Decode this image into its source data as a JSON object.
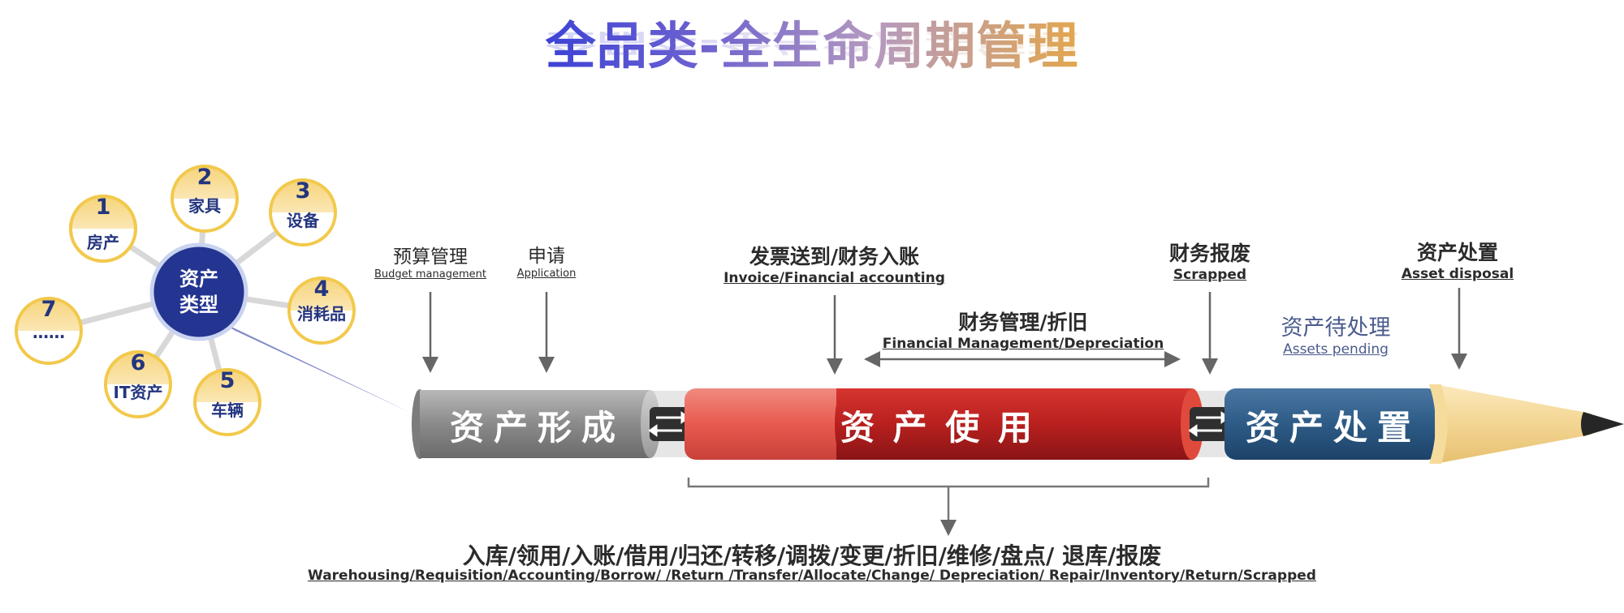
{
  "title": "全品类-全生命周期管理",
  "hub": {
    "line1": "资产",
    "line2": "类型"
  },
  "asset_types": [
    {
      "num": "1",
      "label": "房产"
    },
    {
      "num": "2",
      "label": "家具"
    },
    {
      "num": "3",
      "label": "设备"
    },
    {
      "num": "4",
      "label": "消耗品"
    },
    {
      "num": "5",
      "label": "车辆"
    },
    {
      "num": "6",
      "label": "IT资产"
    },
    {
      "num": "7",
      "label": "……"
    }
  ],
  "steps": {
    "budget": {
      "zh": "预算管理",
      "en": "Budget management"
    },
    "application": {
      "zh": "申请",
      "en": "Application"
    },
    "invoice": {
      "zh": "发票送到/财务入账",
      "en": "Invoice/Financial accounting"
    },
    "depreciation": {
      "zh": "财务管理/折旧",
      "en": "Financial Management/Depreciation"
    },
    "scrapped": {
      "zh": "财务报废",
      "en": "Scrapped"
    },
    "pending": {
      "zh": "资产待处理",
      "en": "Assets pending"
    },
    "disposal": {
      "zh": "资产处置",
      "en": "Asset disposal"
    }
  },
  "phases": {
    "formation": "资产形成",
    "usage": "资 产 使 用",
    "disposal": "资产处置"
  },
  "operations": {
    "zh": "入库/领用/入账/借用/归还/转移/调拨/变更/折旧/维修/盘点/ 退库/报废",
    "en": "Warehousing/Requisition/Accounting/Borrow/ /Return /Transfer/Allocate/Change/ Depreciation/ Repair/Inventory/Return/Scrapped"
  },
  "colors": {
    "formation": "#8c8c8c",
    "usage": "#c9262b",
    "disposal": "#2d5b86",
    "bubble_ring": "#f2c94c",
    "hub": "#233590"
  }
}
